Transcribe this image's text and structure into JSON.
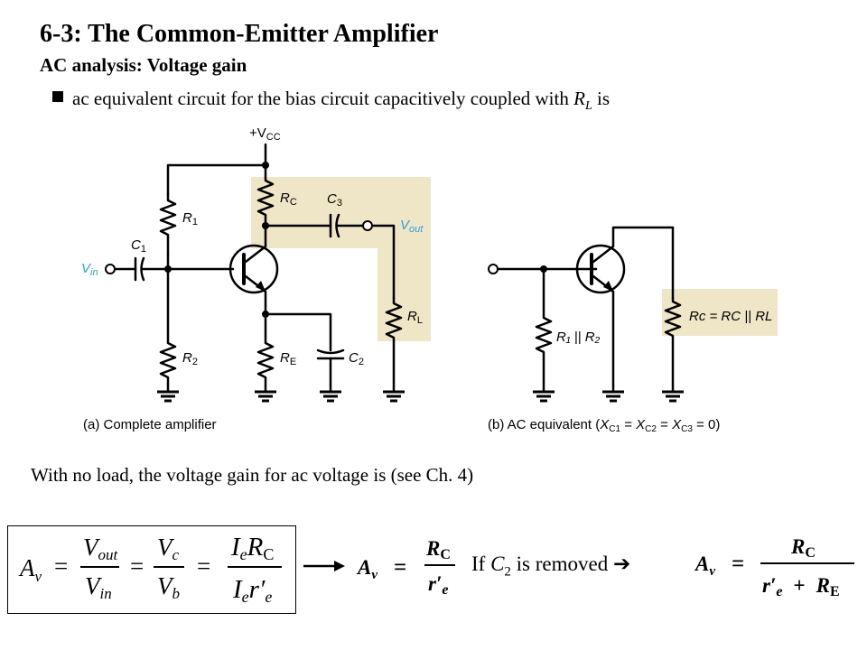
{
  "slide": {
    "title": "6-3: The Common-Emitter Amplifier",
    "subtitle": "AC analysis: Voltage gain",
    "bullet": "ac equivalent circuit for the bias circuit capacitively coupled with",
    "bullet_tail": "is",
    "no_load_text": "With no load, the voltage gain for ac voltage is (see Ch. 4)",
    "if_text": "If",
    "removed_text": "is removed"
  },
  "diagram": {
    "vcc_label": "+V",
    "vcc_sub": "CC",
    "caption_a": "(a) Complete amplifier",
    "caption_b_prefix": "(b) AC equivalent (",
    "caption_b_suffix": " = 0)",
    "r1": "R",
    "r1_sub": "1",
    "r2": "R",
    "r2_sub": "2",
    "rc": "R",
    "rc_sub": "C",
    "re": "R",
    "re_sub": "E",
    "rl": "R",
    "rl_sub": "L",
    "c1": "C",
    "c1_sub": "1",
    "c2": "C",
    "c2_sub": "2",
    "c3": "C",
    "c3_sub": "3",
    "vin": "V",
    "vin_sub": "in",
    "vout": "V",
    "vout_sub": "out",
    "r12_label": "R₁ || R₂",
    "rc_eq_label": "Rc = RC || RL",
    "highlight_color": "#efe6c8",
    "signal_color": "#29a3d4"
  },
  "equations": {
    "av": "A",
    "v_sub": "v",
    "eq": "=",
    "vout": "V",
    "out_sub": "out",
    "vin": "V",
    "in_sub": "in",
    "vc": "V",
    "c_sub": "c",
    "vb": "V",
    "b_sub": "b",
    "ie": "I",
    "e_sub": "e",
    "rc": "R",
    "C_sub": "C",
    "re_prime": "r′",
    "plus": "+",
    "E_sub": "E"
  }
}
